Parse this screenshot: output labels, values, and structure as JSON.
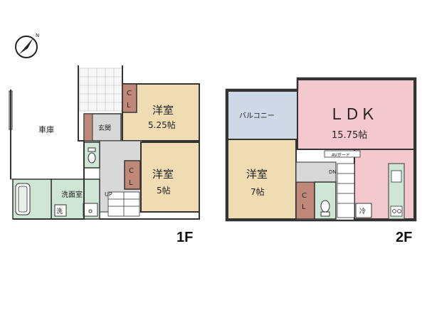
{
  "colors": {
    "room_tan": "#efdcb2",
    "ldk_pink": "#f3c9cf",
    "balcony_blue": "#cfd8e6",
    "closet_brown": "#c08878",
    "wet_green": "#cfe6d6",
    "hall_gray": "#d8d8d8",
    "wall": "#333333"
  },
  "icons": [
    "compass-north-icon",
    "bathtub-icon",
    "toilet-icon",
    "sink-icon",
    "stairs-icon",
    "kitchen-stove-icon"
  ],
  "first_floor": {
    "label": "1F",
    "garage": "車庫",
    "entrance": "玄関",
    "closet_a": "C\nL",
    "closet_b": "C\nL",
    "room_a_name": "洋室",
    "room_a_size": "5.25帖",
    "room_b_name": "洋室",
    "room_b_size": "5帖",
    "washroom": "洗面室",
    "washer": "洗",
    "stairs_up": "UP"
  },
  "second_floor": {
    "label": "2F",
    "balcony": "バルコニー",
    "ldk_name": "ＬＤＫ",
    "ldk_size": "15.75帖",
    "av_board": "AVボード",
    "room_name": "洋室",
    "room_size": "7帖",
    "closet": "C\nL",
    "stairs_dn": "DN",
    "fridge": "冷"
  }
}
